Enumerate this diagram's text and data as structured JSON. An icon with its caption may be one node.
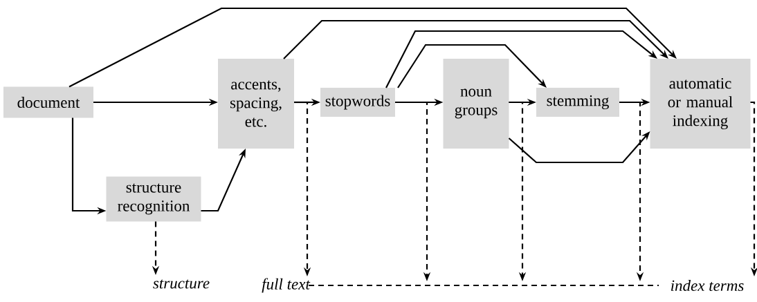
{
  "diagram": {
    "nodes": [
      {
        "text": [
          "document"
        ]
      },
      {
        "text": [
          "accents, spacing, etc."
        ]
      },
      {
        "text": [
          "stopwords"
        ]
      },
      {
        "text": [
          "noun groups"
        ]
      },
      {
        "text": [
          "stemming"
        ]
      },
      {
        "text": [
          "automatic or manual indexing"
        ]
      },
      {
        "text": [
          "structure recognition"
        ]
      },
      {
        "text": [
          "structure"
        ]
      },
      {
        "text": [
          "full text"
        ]
      },
      {
        "text": [
          "index terms"
        ]
      }
    ],
    "edges": [
      {
        "from": 0,
        "to": 1,
        "arrow": "to"
      },
      {
        "from": 0,
        "to": 6,
        "arrow": "to"
      },
      {
        "from": 6,
        "to": 1,
        "arrow": "to"
      },
      {
        "from": 0,
        "to": 5,
        "arrow": "to"
      },
      {
        "from": 1,
        "to": 5,
        "arrow": "to"
      },
      {
        "from": 1,
        "to": 2,
        "arrow": "to"
      },
      {
        "from": 2,
        "to": 3,
        "arrow": "to"
      },
      {
        "from": 2,
        "to": 5,
        "arrow": "to"
      },
      {
        "from": 2,
        "to": 4,
        "arrow": "to"
      },
      {
        "from": 3,
        "to": 4,
        "arrow": "to"
      },
      {
        "from": 3,
        "to": 5,
        "arrow": "to"
      },
      {
        "from": 4,
        "to": 5,
        "arrow": "to"
      },
      {
        "from": 6,
        "to": 7,
        "arrow": "to",
        "style": "dashed"
      },
      {
        "from": 1,
        "to": 8,
        "arrow": "to",
        "style": "dashed"
      },
      {
        "from": 2,
        "to": null,
        "arrow": "to",
        "style": "dashed"
      },
      {
        "from": 3,
        "to": null,
        "arrow": "to",
        "style": "dashed"
      },
      {
        "from": 4,
        "to": null,
        "arrow": "to",
        "style": "dashed"
      },
      {
        "from": 5,
        "to": 9,
        "arrow": "to",
        "style": "dashed"
      },
      {
        "from": 8,
        "to": 9,
        "arrow": "none",
        "style": "dashed"
      }
    ]
  }
}
